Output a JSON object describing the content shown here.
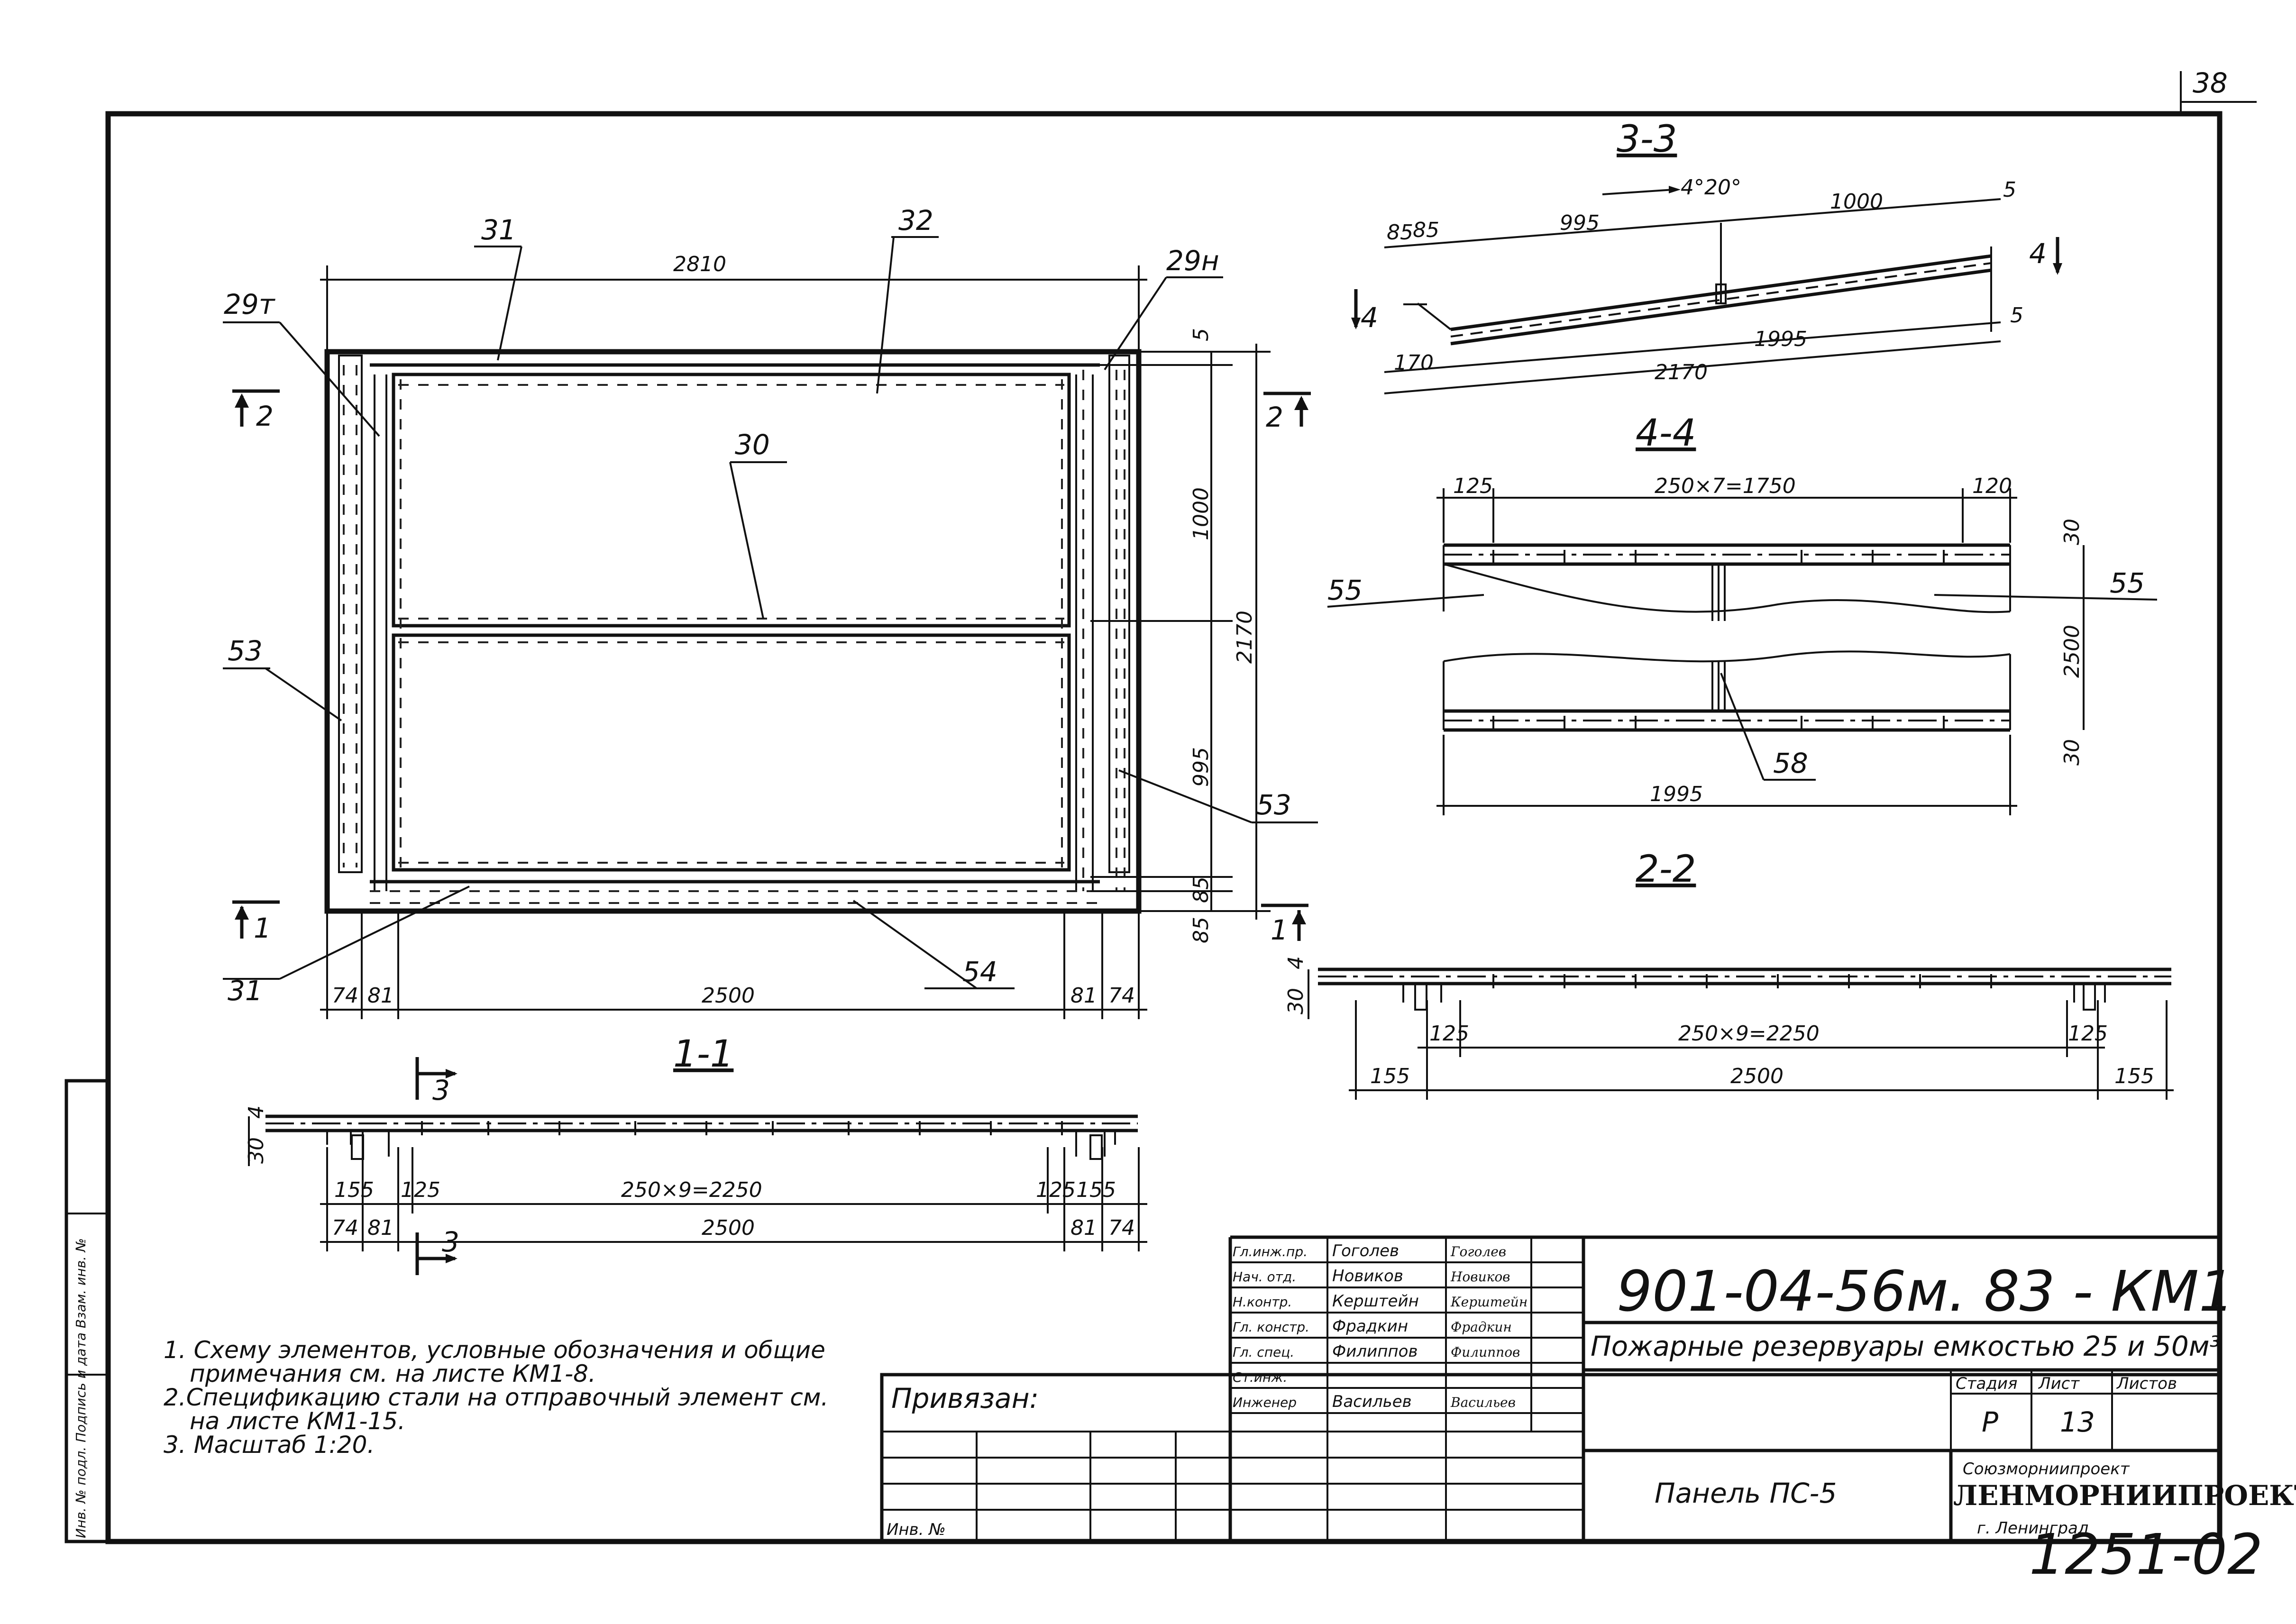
{
  "sheet_number": "38",
  "archive_number": "1251-02",
  "plan": {
    "labels": {
      "p31_top": "31",
      "p32": "32",
      "p29t": "29т",
      "p29n": "29н",
      "p30": "30",
      "p53_left": "53",
      "p53_right": "53",
      "p31_bottom": "31",
      "p54": "54"
    },
    "section_marks": {
      "s2_left": "2",
      "s2_right": "2",
      "s1_left": "1",
      "s1_right": "1"
    },
    "dims": {
      "overall_width": "2810",
      "top_gap": "5",
      "h1000": "1000",
      "h2170": "2170",
      "h995": "995",
      "h85a": "85",
      "h85b": "85",
      "b74a": "74",
      "b81a": "81",
      "b2500": "2500",
      "b81b": "81",
      "b74b": "74"
    }
  },
  "section_1_1": {
    "title": "1-1",
    "cut_mark_top": "3",
    "cut_mark_bottom": "3",
    "dims": {
      "t4": "4",
      "t30": "30",
      "d155a": "155",
      "d125a": "125",
      "dpitch": "250×9=2250",
      "d125b": "125",
      "d155b": "155",
      "d74a": "74",
      "d81a": "81",
      "d2500": "2500",
      "d81b": "81",
      "d74b": "74"
    }
  },
  "section_3_3": {
    "title": "3-3",
    "dims": {
      "d85a": "85",
      "d85b": "85",
      "d995": "995",
      "angle": "4°20°",
      "d1000": "1000",
      "d5a": "5",
      "d5b": "5",
      "d1995": "1995",
      "d170": "170",
      "d2170": "2170"
    },
    "marks": {
      "m4_left": "4",
      "m4_right": "4"
    }
  },
  "section_4_4": {
    "title": "4-4",
    "dims": {
      "d125": "125",
      "dpitch": "250×7=1750",
      "d120": "120",
      "d30a": "30",
      "d2500": "2500",
      "d30b": "30",
      "d1995": "1995"
    },
    "labels": {
      "p55_left": "55",
      "p55_right": "55",
      "p58": "58"
    }
  },
  "section_2_2": {
    "title": "2-2",
    "dims": {
      "t4": "4",
      "t30": "30",
      "d125a": "125",
      "dpitch": "250×9=2250",
      "d125b": "125",
      "d155a": "155",
      "d2500": "2500",
      "d155b": "155"
    }
  },
  "notes": [
    "1. Схему элементов, условные обозначения и общие",
    "примечания см. на листе КМ1-8.",
    "2.Спецификацию стали на отправочный элемент см.",
    "на листе КМ1-15.",
    "3. Масштаб 1:20."
  ],
  "left_strip": "Инв. № подл. Подпись и дата Взам. инв. №",
  "title_block": {
    "doc_code": "901-04-56м. 83 - КМ1",
    "project_title": "Пожарные резервуары емкостью 25 и 50м³",
    "sheet_name": "Панель ПС-5",
    "stage_header": "Стадия",
    "sheet_header": "Лист",
    "sheets_header": "Листов",
    "stage": "Р",
    "sheet": "13",
    "org_line1": "Союзморниипроект",
    "org_line2": "ЛЕНМОРНИИПРОЕКТ",
    "org_line3": "г. Ленинград",
    "privyazan": "Привязан:",
    "inv_no": "Инв. №",
    "roles": [
      {
        "role": "Гл.инж.пр.",
        "name": "Гоголев",
        "sign": "Гоголев"
      },
      {
        "role": "Нач. отд.",
        "name": "Новиков",
        "sign": "Новиков"
      },
      {
        "role": "Н.контр.",
        "name": "Керштейн",
        "sign": "Керштейн"
      },
      {
        "role": "Гл. констр.",
        "name": "Фрадкин",
        "sign": "Фрадкин"
      },
      {
        "role": "Гл. спец.",
        "name": "Филиппов",
        "sign": "Филиппов"
      },
      {
        "role": "Ст.инж.",
        "name": "",
        "sign": ""
      },
      {
        "role": "Инженер",
        "name": "Васильев",
        "sign": "Васильев"
      }
    ]
  }
}
